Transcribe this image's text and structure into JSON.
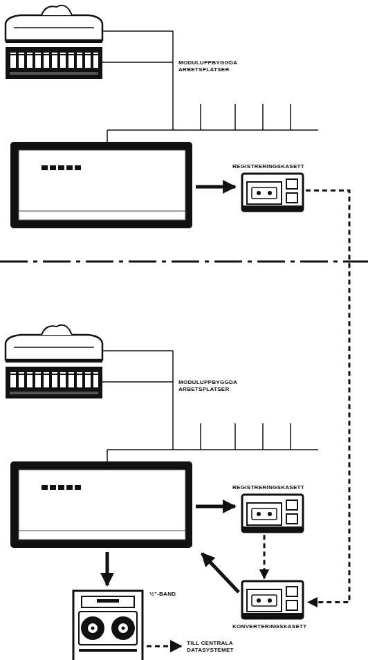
{
  "diagram": {
    "nodes": [
      {
        "text": [
          "REGISTRERINGSKASETT"
        ]
      },
      {
        "text": [
          "REGISTRERINGSKASETT"
        ]
      },
      {
        "text": [
          "KONVERTERINGSKASETT"
        ]
      },
      {
        "text": [
          "½\"-BAND"
        ]
      }
    ],
    "edges": [
      {
        "from": 0,
        "to": 2,
        "arrow": "to"
      },
      {
        "from": 1,
        "to": 2,
        "arrow": "to"
      }
    ],
    "labels": [
      "MODULUPPBYGGDA ARBETSPLATSER",
      "MODULUPPBYGGDA ARBETSPLATSER",
      "TILL CENTRALA DATASYSTEMET"
    ]
  }
}
